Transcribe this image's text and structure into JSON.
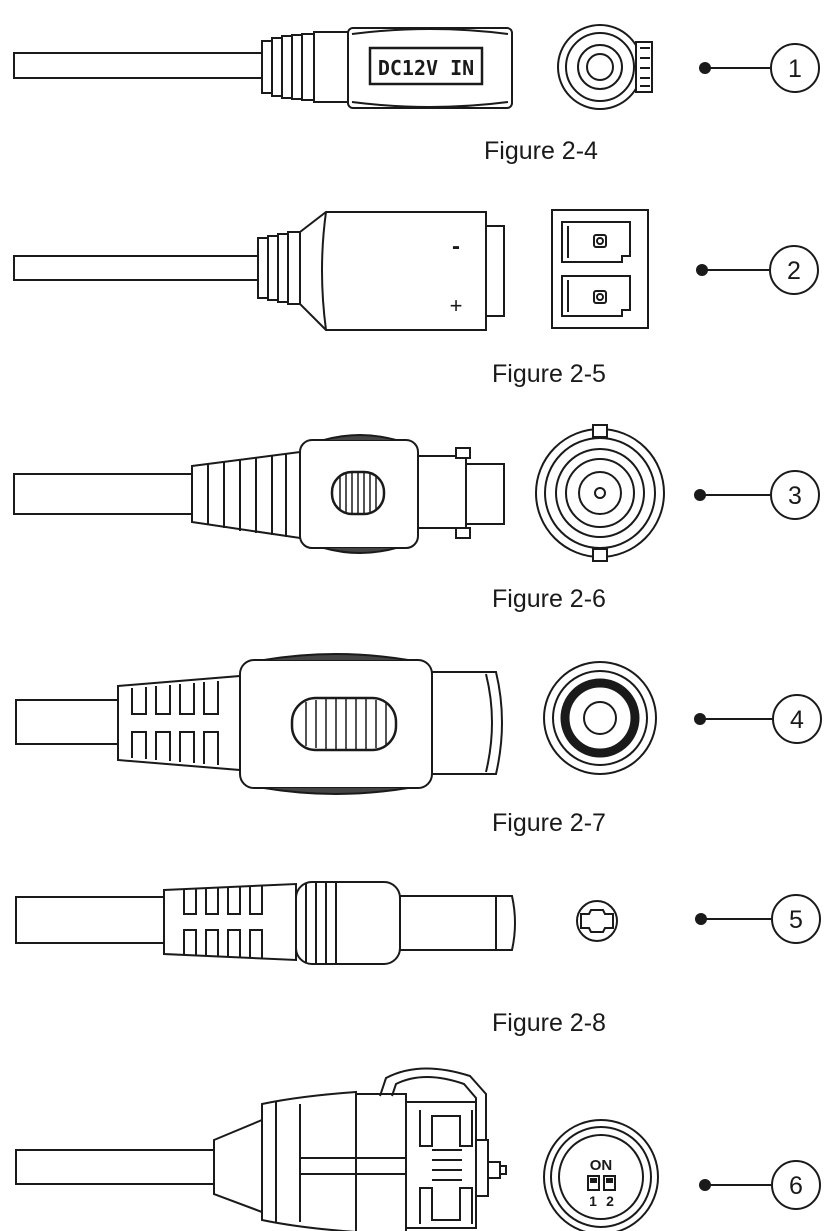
{
  "connectors": [
    {
      "number": "1",
      "body_label": "DC12V IN"
    },
    {
      "number": "2",
      "minus_label": "-",
      "plus_label": "+"
    },
    {
      "number": "3"
    },
    {
      "number": "4"
    },
    {
      "number": "5"
    },
    {
      "number": "6",
      "dip_on_label": "ON",
      "dip_switch_1": "1",
      "dip_switch_2": "2"
    }
  ],
  "captions": [
    "Figure 2-4",
    "Figure 2-5",
    "Figure 2-6",
    "Figure 2-7",
    "Figure 2-8"
  ]
}
